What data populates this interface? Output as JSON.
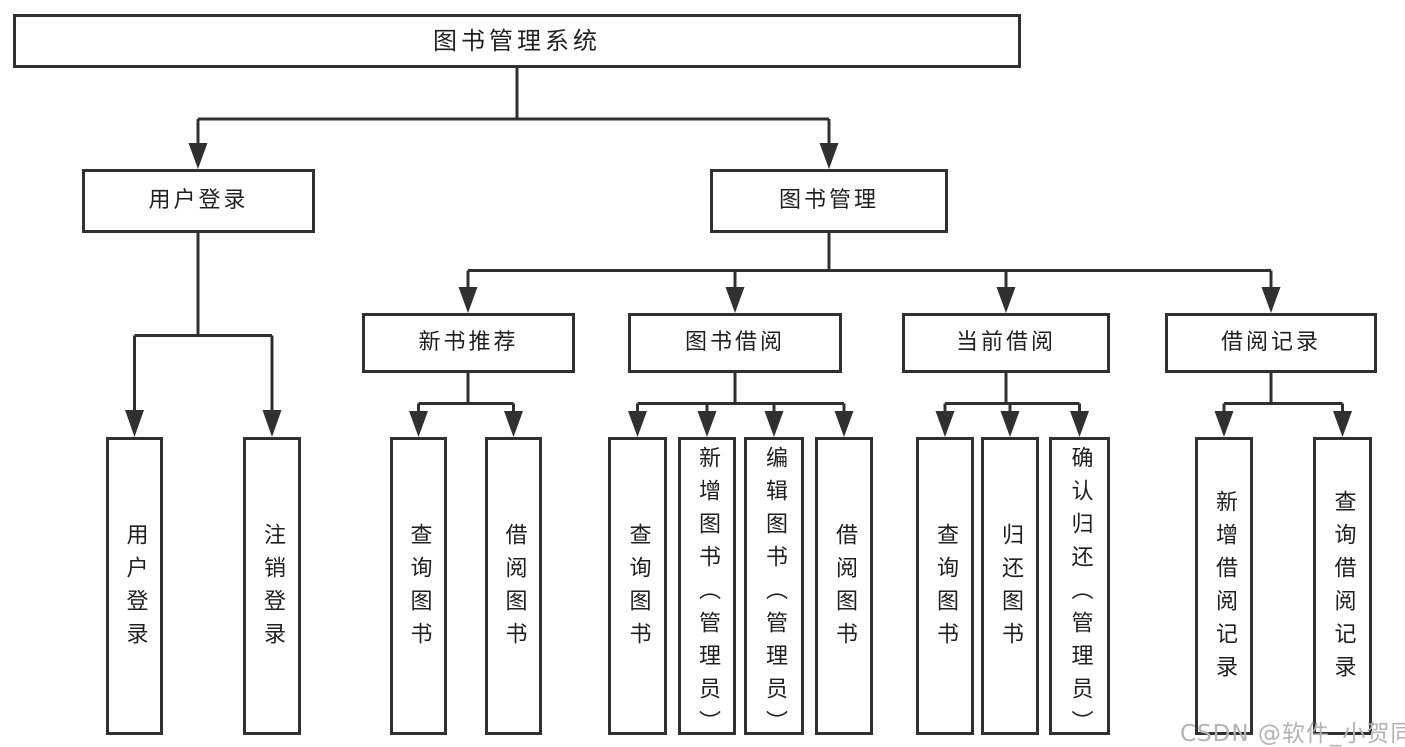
{
  "watermark": "CSDN @软件_小贺同学",
  "colors": {
    "line": "#303030",
    "box_border": "#303030",
    "text": "#1f1f1f",
    "watermark": "#b3b3b3",
    "background": "#ffffff"
  },
  "tree": {
    "label": "图书管理系统",
    "children": [
      {
        "label": "用户登录",
        "children": [
          {
            "label": "用户登录"
          },
          {
            "label": "注销登录"
          }
        ]
      },
      {
        "label": "图书管理",
        "children": [
          {
            "label": "新书推荐",
            "children": [
              {
                "label": "查询图书"
              },
              {
                "label": "借阅图书"
              }
            ]
          },
          {
            "label": "图书借阅",
            "children": [
              {
                "label": "查询图书"
              },
              {
                "label": "新增图书（管理员）"
              },
              {
                "label": "编辑图书（管理员）"
              },
              {
                "label": "借阅图书"
              }
            ]
          },
          {
            "label": "当前借阅",
            "children": [
              {
                "label": "查询图书"
              },
              {
                "label": "归还图书"
              },
              {
                "label": "确认归还（管理员）"
              }
            ]
          },
          {
            "label": "借阅记录",
            "children": [
              {
                "label": "新增借阅记录"
              },
              {
                "label": "查询借阅记录"
              }
            ]
          }
        ]
      }
    ]
  }
}
